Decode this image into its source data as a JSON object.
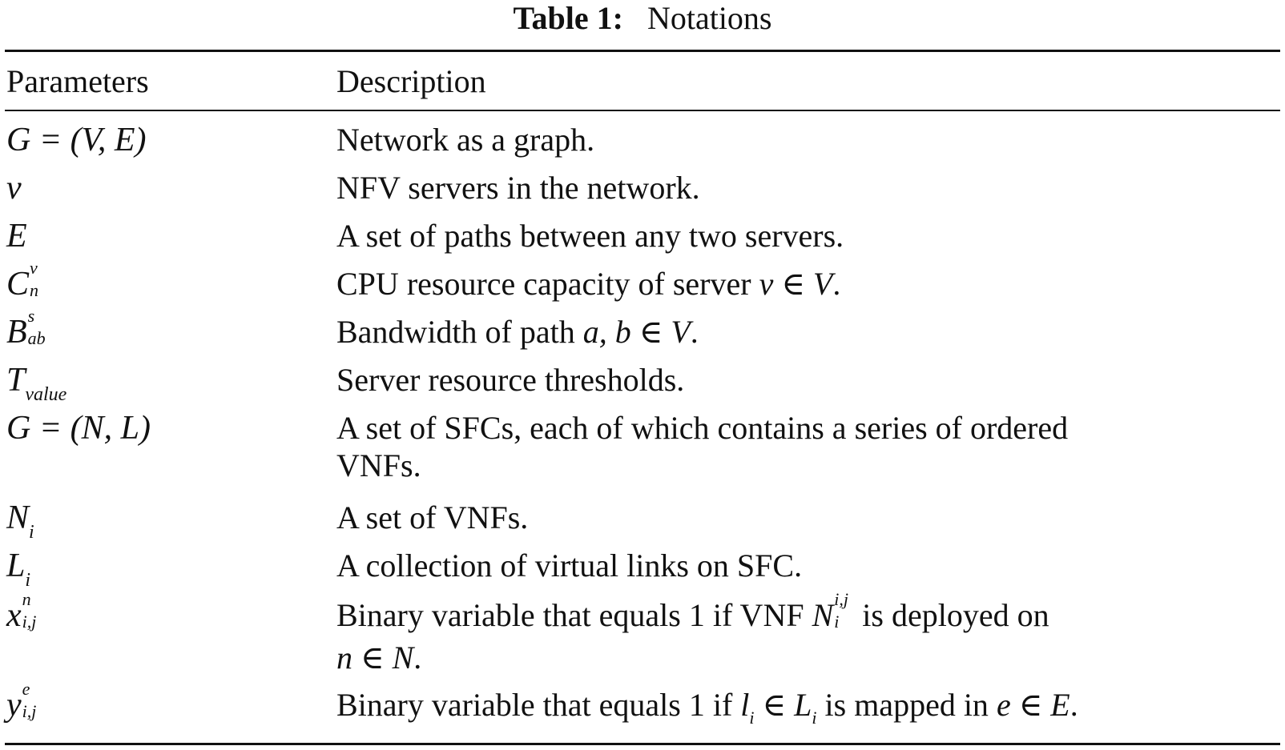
{
  "table": {
    "title_label": "Table 1:",
    "title_text": "Notations",
    "headers": {
      "param": "Parameters",
      "desc": "Description"
    },
    "rows": [
      {
        "param_text": "G = (V, E)",
        "desc": [
          "Network as a graph."
        ]
      },
      {
        "param_text": "v",
        "desc": [
          "NFV servers in the network."
        ]
      },
      {
        "param_text": "E",
        "desc": [
          "A set of paths between any two servers."
        ]
      },
      {
        "param_base": "C",
        "param_sup": "v",
        "param_sub": "n",
        "desc_pre": "CPU resource capacity of server ",
        "desc_math": "v ∈ V",
        "desc_post": "."
      },
      {
        "param_base": "B",
        "param_sup": "s",
        "param_sub": "ab",
        "desc_pre": "Bandwidth of path ",
        "desc_math": "a, b ∈ V",
        "desc_post": "."
      },
      {
        "param_base": "T",
        "param_sub": "value",
        "desc": [
          "Server resource thresholds."
        ]
      },
      {
        "param_text": "G = (N, L)",
        "desc": [
          "A set of SFCs, each of which contains a series of ordered",
          "VNFs."
        ]
      },
      {
        "param_base": "N",
        "param_sub": "i",
        "desc": [
          "A set of VNFs."
        ]
      },
      {
        "param_base": "L",
        "param_sub": "i",
        "desc": [
          "A collection of virtual links on SFC."
        ]
      },
      {
        "param_base": "x",
        "param_sup": "n",
        "param_sub": "i,j",
        "desc_l1_pre": "Binary variable that equals 1 if VNF ",
        "desc_l1_math_base": "N",
        "desc_l1_math_sup": "i,j",
        "desc_l1_math_sub": "i",
        "desc_l1_post": " is deployed on",
        "desc_l2_math": "n ∈ N",
        "desc_l2_post": "."
      },
      {
        "param_base": "y",
        "param_sup": "e",
        "param_sub": "i,j",
        "desc_pre": "Binary variable that equals 1 if ",
        "desc_m1_base": "l",
        "desc_m1_sub": "i",
        "desc_mid1": " ∈ ",
        "desc_m2_base": "L",
        "desc_m2_sub": "i",
        "desc_mid2": " is mapped in ",
        "desc_math3": "e ∈ E",
        "desc_post": "."
      }
    ]
  }
}
